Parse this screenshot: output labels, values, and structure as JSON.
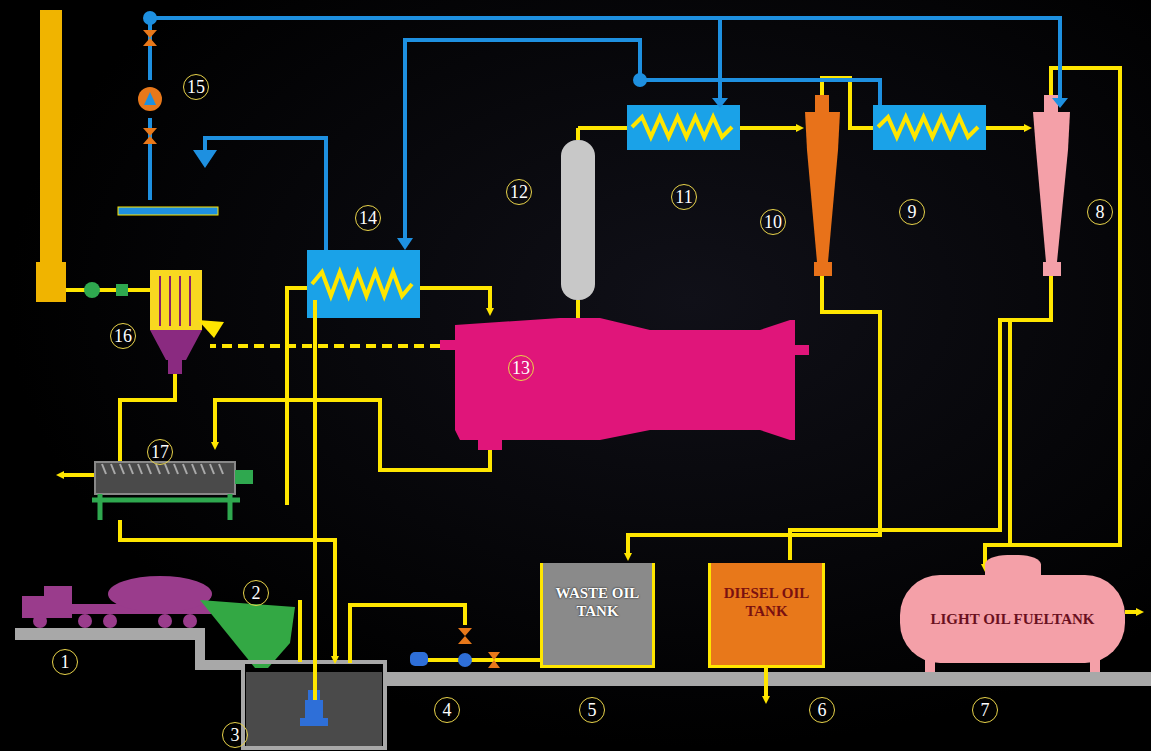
{
  "diagram": {
    "nodes": [
      {
        "text": [
          "WASTE OIL TANK"
        ]
      },
      {
        "text": [
          "DIESEL OIL TANK"
        ]
      },
      {
        "text": [
          "LIGHT OIL FUELTANK"
        ]
      }
    ],
    "labels": [
      "1",
      "2",
      "3",
      "4",
      "5",
      "6",
      "7",
      "8",
      "9",
      "10",
      "11",
      "12",
      "13",
      "14",
      "15",
      "16",
      "17"
    ]
  }
}
